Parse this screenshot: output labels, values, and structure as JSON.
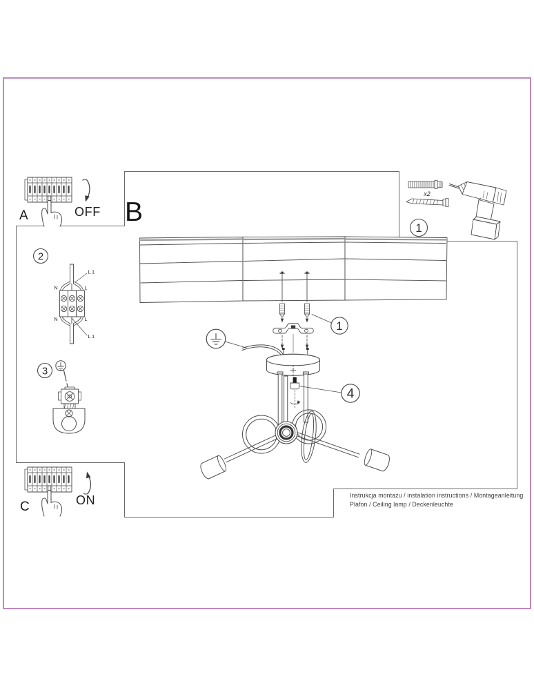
{
  "frame": {
    "border_color": "#bd8abd"
  },
  "art": {
    "ink_color": "#4a4a4a"
  },
  "steps": {
    "a": "A",
    "b": "B",
    "c": "C"
  },
  "breaker": {
    "off": "OFF",
    "on": "ON"
  },
  "callouts": {
    "fasteners": "1",
    "wiring": "2",
    "ground": "3",
    "nut": "4",
    "parts": "1"
  },
  "parts": {
    "qty": "x2"
  },
  "wiring": {
    "n_top": "N",
    "l_top": "L",
    "n_bot": "N",
    "l_bot": "L",
    "l1_top": "L1",
    "l1_bot": "L1"
  },
  "footer": {
    "line1": "Instrukcja montażu / instalation instructions / Montageanleitung",
    "line2": "Plafon / Ceiling lamp / Deckenleuchte"
  }
}
